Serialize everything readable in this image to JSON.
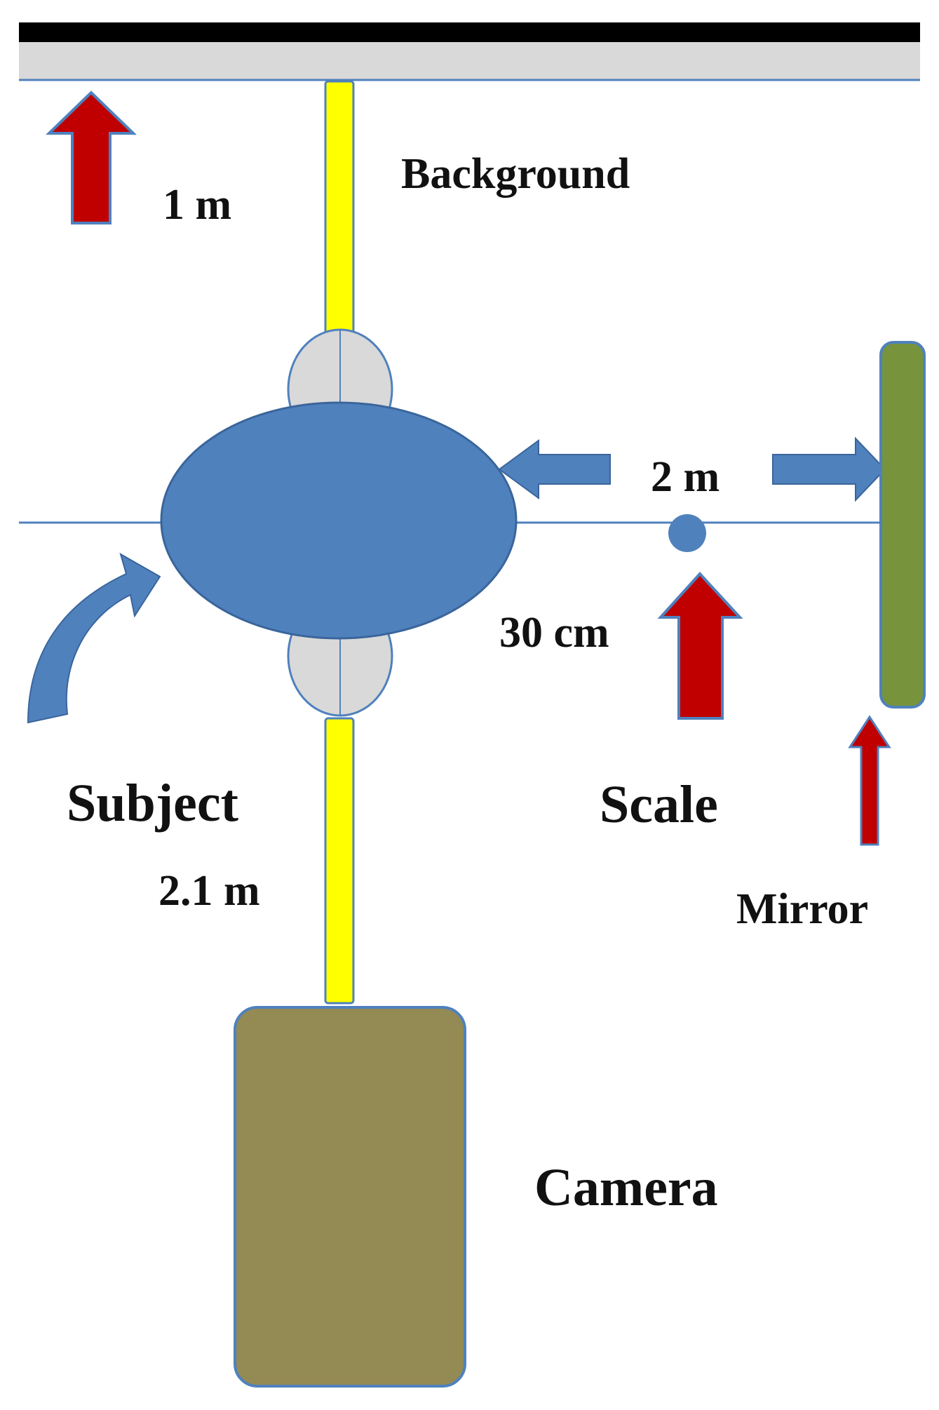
{
  "labels": {
    "background": "Background",
    "distance_background": "1 m",
    "distance_mirror": "2 m",
    "distance_scale": "30 cm",
    "subject": "Subject",
    "distance_camera": "2.1 m",
    "scale": "Scale",
    "mirror": "Mirror",
    "camera": "Camera"
  },
  "colors": {
    "wall_top": "#000000",
    "wall_band": "#d9d9d9",
    "guide_line": "#4f81bd",
    "measure_bar": "#ffff00",
    "subject_fill": "#4f81bd",
    "feet_fill": "#d9d9d9",
    "red_arrow": "#c00000",
    "blue_arrow": "#4f81bd",
    "mirror_fill": "#77933c",
    "camera_fill": "#948a54"
  }
}
